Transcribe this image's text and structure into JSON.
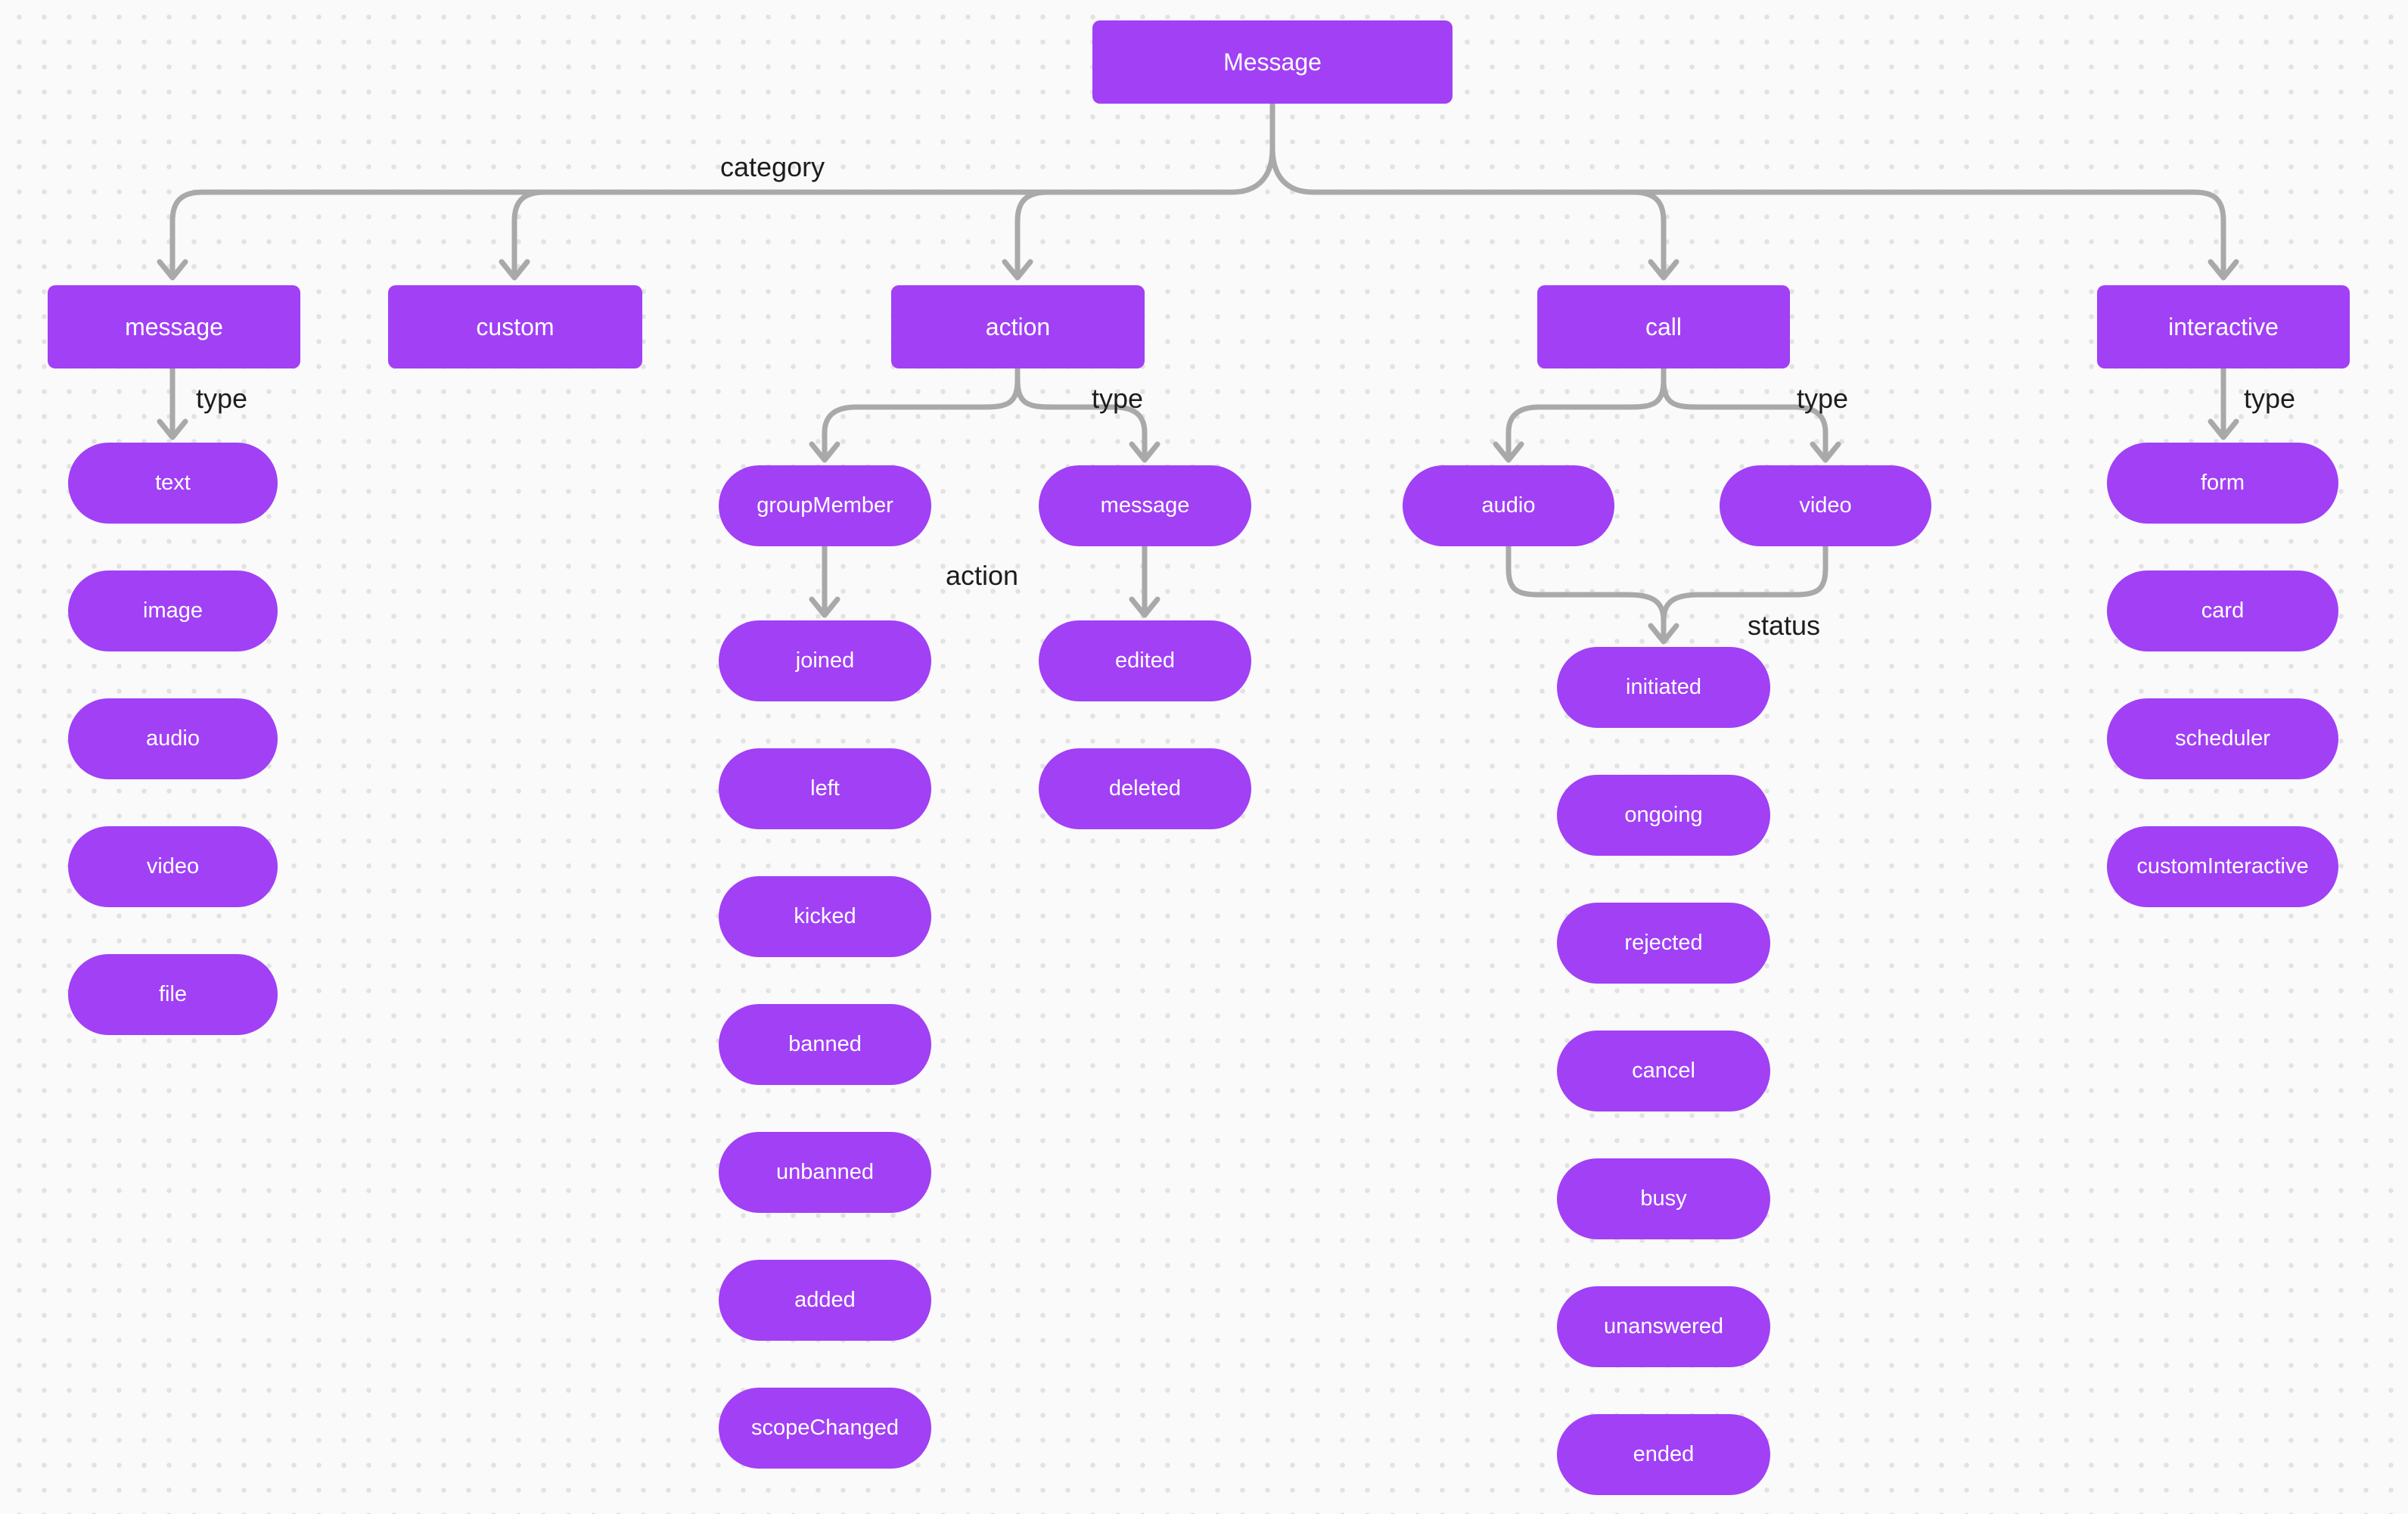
{
  "theme": {
    "canvas-bg": "#FAFAFA",
    "dot-color": "#E2E2E2",
    "node-fill": "#A140F5",
    "node-text": "#FFFFFF",
    "connector": "#A9A9A9",
    "label-color": "#1D1D1F"
  },
  "diagram": {
    "root": {
      "label": "Message"
    },
    "root_edge_label": "category",
    "branches": [
      {
        "label": "message",
        "edge_label": "type",
        "children": [
          {
            "label": "text"
          },
          {
            "label": "image"
          },
          {
            "label": "audio"
          },
          {
            "label": "video"
          },
          {
            "label": "file"
          }
        ]
      },
      {
        "label": "custom",
        "children": []
      },
      {
        "label": "action",
        "edge_label": "type",
        "children": [
          {
            "label": "groupMember",
            "edge_label": "action",
            "children": [
              {
                "label": "joined"
              },
              {
                "label": "left"
              },
              {
                "label": "kicked"
              },
              {
                "label": "banned"
              },
              {
                "label": "unbanned"
              },
              {
                "label": "added"
              },
              {
                "label": "scopeChanged"
              }
            ]
          },
          {
            "label": "message",
            "children": [
              {
                "label": "edited"
              },
              {
                "label": "deleted"
              }
            ]
          }
        ]
      },
      {
        "label": "call",
        "edge_label": "type",
        "children": [
          {
            "label": "audio"
          },
          {
            "label": "video"
          }
        ],
        "merge": {
          "edge_label": "status",
          "children": [
            {
              "label": "initiated"
            },
            {
              "label": "ongoing"
            },
            {
              "label": "rejected"
            },
            {
              "label": "cancel"
            },
            {
              "label": "busy"
            },
            {
              "label": "unanswered"
            },
            {
              "label": "ended"
            }
          ]
        }
      },
      {
        "label": "interactive",
        "edge_label": "type",
        "children": [
          {
            "label": "form"
          },
          {
            "label": "card"
          },
          {
            "label": "scheduler"
          },
          {
            "label": "customInteractive"
          }
        ]
      }
    ]
  }
}
